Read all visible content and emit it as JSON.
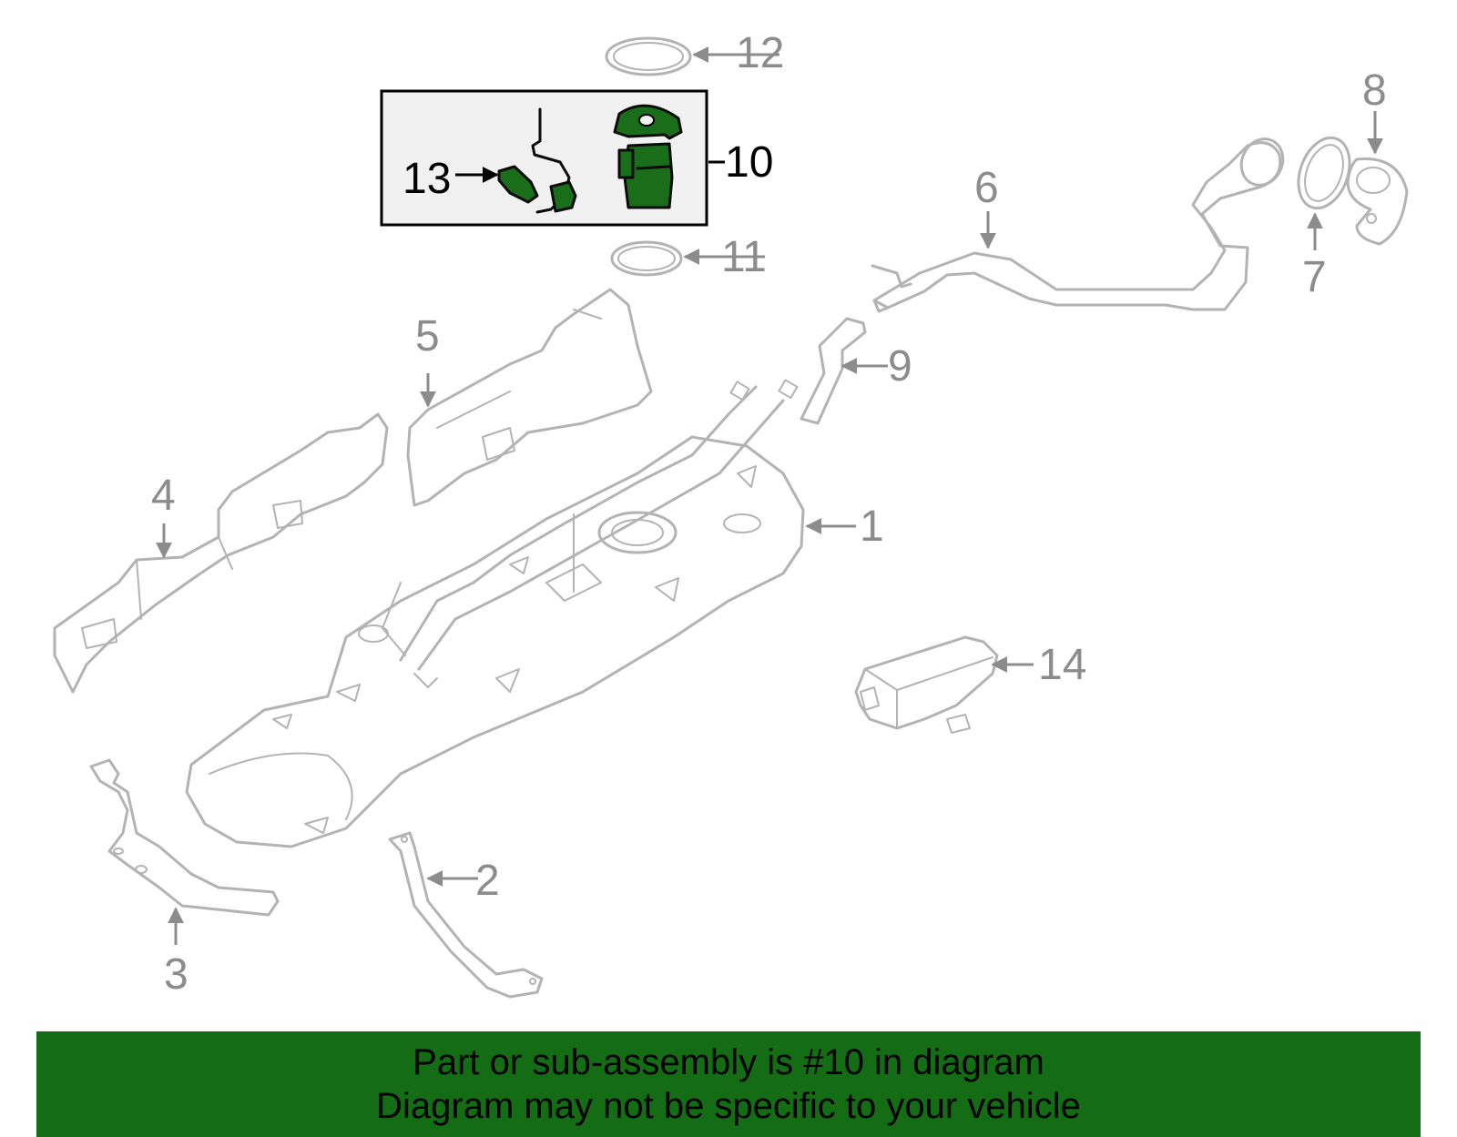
{
  "callouts": {
    "c1": "1",
    "c2": "2",
    "c3": "3",
    "c4": "4",
    "c5": "5",
    "c6": "6",
    "c7": "7",
    "c8": "8",
    "c9": "9",
    "c10": "10",
    "c11": "11",
    "c12": "12",
    "c13": "13",
    "c14": "14"
  },
  "highlighted_part": "10",
  "colors": {
    "highlight_fill": "#1a6e1a",
    "banner_background": "#146c14",
    "part_outline": "#b3b3b3"
  },
  "banner": {
    "line1": "Part or sub-assembly is #10 in diagram",
    "line2": "Diagram may not be specific to your vehicle"
  }
}
